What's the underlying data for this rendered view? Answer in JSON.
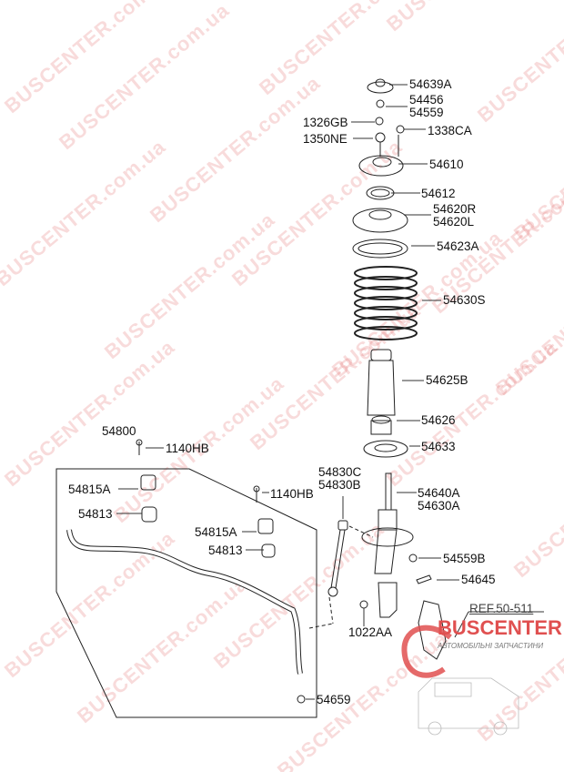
{
  "watermark": "BUSCENTER.com.ua",
  "logo": {
    "name": "BUSCENTER",
    "subtitle": "АВТОМОБІЛЬНІ ЗАПЧАСТИНИ"
  },
  "labels": {
    "l54639A": "54639A",
    "l54456": "54456",
    "l54559": "54559",
    "l1326GB": "1326GB",
    "l1350NE": "1350NE",
    "l1338CA": "1338CA",
    "l54610": "54610",
    "l54612": "54612",
    "l54620R": "54620R",
    "l54620L": "54620L",
    "l54623A": "54623A",
    "l54630S": "54630S",
    "l54625B": "54625B",
    "l54626": "54626",
    "l54633": "54633",
    "l54800": "54800",
    "l1140HB_a": "1140HB",
    "l54815A_a": "54815A",
    "l1140HB_b": "1140HB",
    "l54830C": "54830C",
    "l54830B": "54830B",
    "l54640A": "54640A",
    "l54630A": "54630A",
    "l54813_a": "54813",
    "l54815A_b": "54815A",
    "l54813_b": "54813",
    "l54559B": "54559B",
    "l54645": "54645",
    "ref": "REF.50-511",
    "l1022AA": "1022AA",
    "l54659": "54659"
  },
  "colors": {
    "line": "#222222",
    "watermark": "#e05a5a",
    "brand": "#e05050"
  }
}
